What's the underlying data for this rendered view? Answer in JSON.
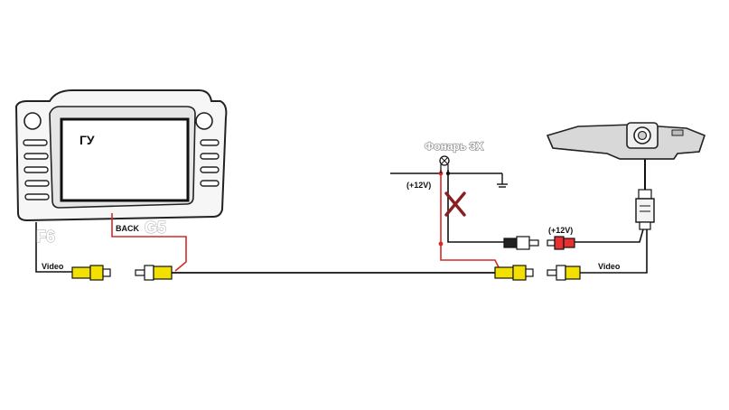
{
  "head_unit": {
    "label": "ГУ",
    "back_label": "BACK",
    "pin_g5": "G5",
    "pin_f6": "F6"
  },
  "wires": {
    "video_left": "Video",
    "video_right": "Video",
    "plus12_left": "(+12V)",
    "plus12_right": "(+12V)"
  },
  "lamp": {
    "label": "Фонарь ЗХ"
  },
  "colors": {
    "wire_black": "#111111",
    "wire_red": "#d42a2a",
    "rca_yellow": "#f3e000",
    "rca_red": "#e83030",
    "cross": "#8b1e1e"
  }
}
